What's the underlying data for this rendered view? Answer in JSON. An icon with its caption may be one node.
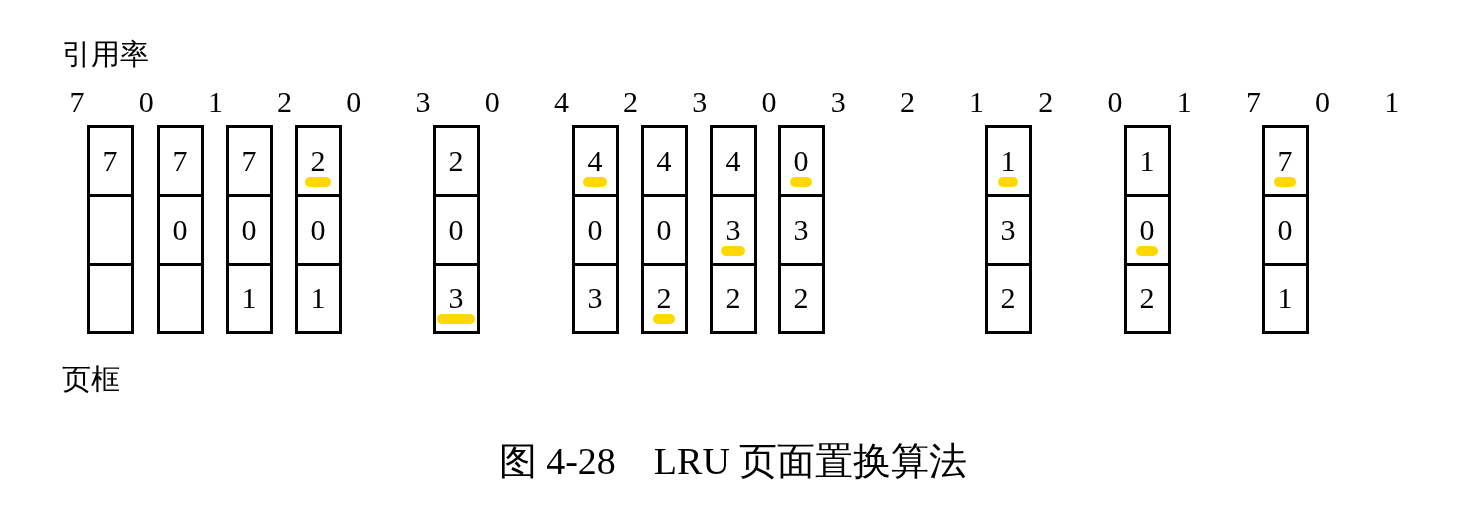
{
  "diagram": {
    "caption": "图 4-28　LRU 页面置换算法",
    "nodes": [
      {
        "text": [],
        "shape": "box"
      },
      {
        "text": [
          "7"
        ],
        "in": 0
      },
      {
        "text": [],
        "shape": "box",
        "in": 0
      },
      {
        "text": [],
        "shape": "box",
        "in": 0
      },
      {
        "text": [],
        "shape": "box"
      },
      {
        "text": [
          "7"
        ],
        "in": 4
      },
      {
        "text": [
          "0"
        ],
        "in": 4
      },
      {
        "text": [],
        "shape": "box",
        "in": 4
      },
      {
        "text": [],
        "shape": "box"
      },
      {
        "text": [
          "7"
        ],
        "in": 8
      },
      {
        "text": [
          "0"
        ],
        "in": 8
      },
      {
        "text": [
          "1"
        ],
        "in": 8
      },
      {
        "text": [],
        "shape": "box"
      },
      {
        "text": [
          "2"
        ],
        "in": 12
      },
      {
        "text": [
          "0"
        ],
        "in": 12
      },
      {
        "text": [
          "1"
        ],
        "in": 12
      },
      {
        "text": [],
        "shape": "box"
      },
      {
        "text": [
          "2"
        ],
        "in": 16
      },
      {
        "text": [
          "0"
        ],
        "in": 16
      },
      {
        "text": [
          "3"
        ],
        "in": 16
      },
      {
        "text": [],
        "shape": "box"
      },
      {
        "text": [
          "4"
        ],
        "in": 20
      },
      {
        "text": [
          "0"
        ],
        "in": 20
      },
      {
        "text": [
          "3"
        ],
        "in": 20
      },
      {
        "text": [],
        "shape": "box"
      },
      {
        "text": [
          "4"
        ],
        "in": 24
      },
      {
        "text": [
          "0"
        ],
        "in": 24
      },
      {
        "text": [
          "2"
        ],
        "in": 24
      },
      {
        "text": [],
        "shape": "box"
      },
      {
        "text": [
          "4"
        ],
        "in": 28
      },
      {
        "text": [
          "3"
        ],
        "in": 28
      },
      {
        "text": [
          "2"
        ],
        "in": 28
      },
      {
        "text": [],
        "shape": "box"
      },
      {
        "text": [
          "0"
        ],
        "in": 32
      },
      {
        "text": [
          "3"
        ],
        "in": 32
      },
      {
        "text": [
          "2"
        ],
        "in": 32
      },
      {
        "text": [],
        "shape": "box"
      },
      {
        "text": [
          "1"
        ],
        "in": 36
      },
      {
        "text": [
          "3"
        ],
        "in": 36
      },
      {
        "text": [
          "2"
        ],
        "in": 36
      },
      {
        "text": [],
        "shape": "box"
      },
      {
        "text": [
          "1"
        ],
        "in": 40
      },
      {
        "text": [
          "0"
        ],
        "in": 40
      },
      {
        "text": [
          "2"
        ],
        "in": 40
      },
      {
        "text": [],
        "shape": "box"
      },
      {
        "text": [
          "7"
        ],
        "in": 44
      },
      {
        "text": [
          "0"
        ],
        "in": 44
      },
      {
        "text": [
          "1"
        ],
        "in": 44
      }
    ],
    "labels": [
      "引用率",
      "7",
      "0",
      "1",
      "2",
      "0",
      "3",
      "0",
      "4",
      "2",
      "3",
      "0",
      "3",
      "2",
      "1",
      "2",
      "0",
      "1",
      "7",
      "0",
      "1",
      "页框"
    ]
  }
}
